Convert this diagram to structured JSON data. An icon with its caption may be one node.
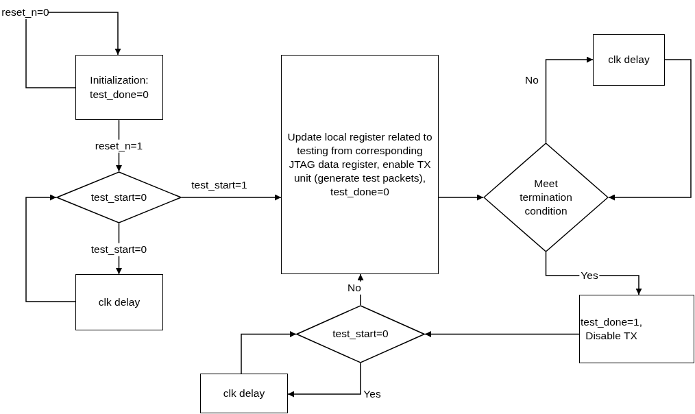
{
  "diagram": {
    "nodes": [
      {
        "text": [
          "reset_n=0"
        ]
      },
      {
        "text": [
          "Initialization: test_done=0"
        ]
      },
      {
        "text": [
          "test_start=0"
        ]
      },
      {
        "text": [
          "clk delay"
        ]
      },
      {
        "text": [
          "Update local register related to testing from corresponding JTAG data register, enable TX unit (generate test packets), test_done=0"
        ]
      },
      {
        "text": [
          "Meet termination condition"
        ]
      },
      {
        "text": [
          "clk delay"
        ]
      },
      {
        "text": [
          "test_done=1, Disable TX"
        ]
      },
      {
        "text": [
          "test_start=0"
        ]
      },
      {
        "text": [
          "clk delay"
        ]
      }
    ],
    "edges": [
      {
        "from": 0,
        "to": 1,
        "arrow": "to"
      },
      {
        "from": 1,
        "to": 0,
        "arrow": "none"
      },
      {
        "from": 1,
        "to": 2,
        "arrow": "to",
        "label": "reset_n=1"
      },
      {
        "from": 2,
        "to": 4,
        "arrow": "to",
        "label": "test_start=1"
      },
      {
        "from": 2,
        "to": 3,
        "arrow": "to",
        "label": "test_start=0"
      },
      {
        "from": 3,
        "to": 2,
        "arrow": "to"
      },
      {
        "from": 4,
        "to": 5,
        "arrow": "to"
      },
      {
        "from": 5,
        "to": 6,
        "arrow": "to",
        "label": "No"
      },
      {
        "from": 6,
        "to": 5,
        "arrow": "to"
      },
      {
        "from": 5,
        "to": 7,
        "arrow": "to",
        "label": "Yes"
      },
      {
        "from": 7,
        "to": 8,
        "arrow": "to"
      },
      {
        "from": 8,
        "to": 4,
        "arrow": "to",
        "label": "No"
      },
      {
        "from": 8,
        "to": 9,
        "arrow": "to",
        "label": "Yes"
      },
      {
        "from": 9,
        "to": 8,
        "arrow": "to"
      }
    ]
  }
}
